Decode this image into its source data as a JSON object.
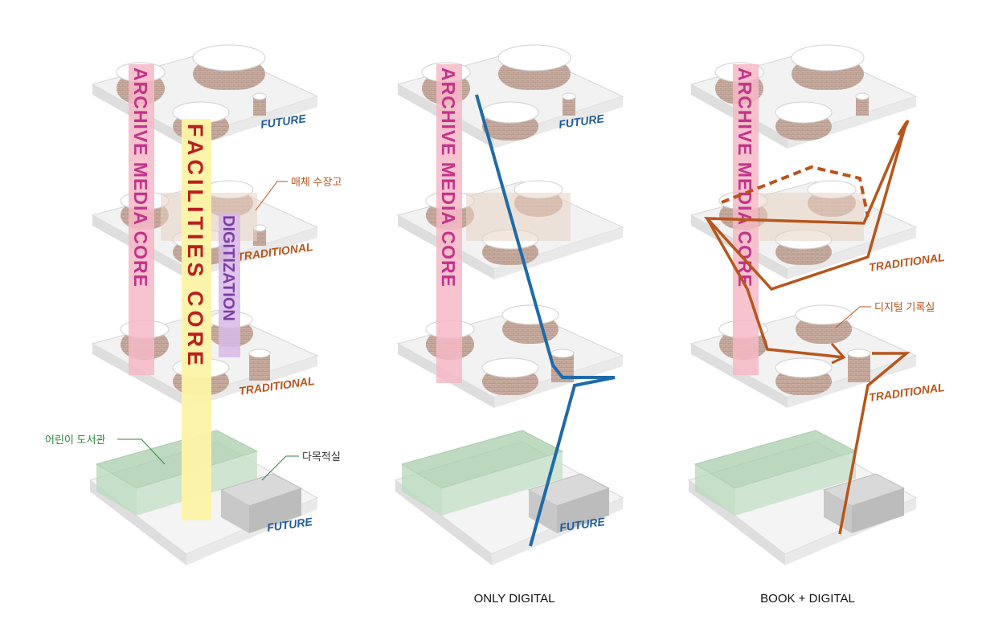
{
  "columns": [
    {
      "id": "col1",
      "caption": "",
      "floors": [
        {
          "label": "FUTURE",
          "label_color": "#1f5b9a",
          "kind": "archive"
        },
        {
          "label": "TRADITIONAL",
          "label_color": "#b8551c",
          "kind": "archive"
        },
        {
          "label": "TRADITIONAL",
          "label_color": "#b8551c",
          "kind": "archive"
        },
        {
          "label": "FUTURE",
          "label_color": "#1f5b9a",
          "kind": "ground"
        }
      ],
      "cores": {
        "archive": "ARCHIVE MEDIA CORE",
        "facilities": "FACILITIES CORE",
        "digitization": "DIGITIZATION"
      },
      "annotations": {
        "media_storage": "매체 수장고",
        "children_library": "어린이 도서관",
        "multipurpose_room": "다목적실"
      }
    },
    {
      "id": "col2",
      "caption": "ONLY DIGITAL",
      "floors": [
        {
          "label": "FUTURE",
          "label_color": "#1f5b9a",
          "kind": "archive"
        },
        {
          "label": "",
          "label_color": "#b8551c",
          "kind": "archive"
        },
        {
          "label": "",
          "label_color": "#b8551c",
          "kind": "archive"
        },
        {
          "label": "FUTURE",
          "label_color": "#1f5b9a",
          "kind": "ground"
        }
      ],
      "cores": {
        "archive": "ARCHIVE MEDIA CORE"
      },
      "path_color": "#1f6aa8"
    },
    {
      "id": "col3",
      "caption": "BOOK + DIGITAL",
      "floors": [
        {
          "label": "",
          "label_color": "#1f5b9a",
          "kind": "archive"
        },
        {
          "label": "TRADITIONAL",
          "label_color": "#b8551c",
          "kind": "archive"
        },
        {
          "label": "TRADITIONAL",
          "label_color": "#b8551c",
          "kind": "archive"
        },
        {
          "label": "",
          "label_color": "#1f5b9a",
          "kind": "ground"
        }
      ],
      "cores": {
        "archive": "ARCHIVE MEDIA CORE"
      },
      "annotations": {
        "digital_records": "디지털 기록실"
      },
      "path_color": "#b8551c"
    }
  ],
  "colors": {
    "archive_band": "#f6b8c6",
    "archive_text": "#c2338a",
    "facilities_band": "#fdf3a6",
    "facilities_text": "#b8201e",
    "digitization_band": "#d8b9e8",
    "digitization_text": "#7b3fa3",
    "ground_green": "#a9cfae",
    "annotation_orange": "#b8551c",
    "annotation_green": "#2a8a3a"
  }
}
